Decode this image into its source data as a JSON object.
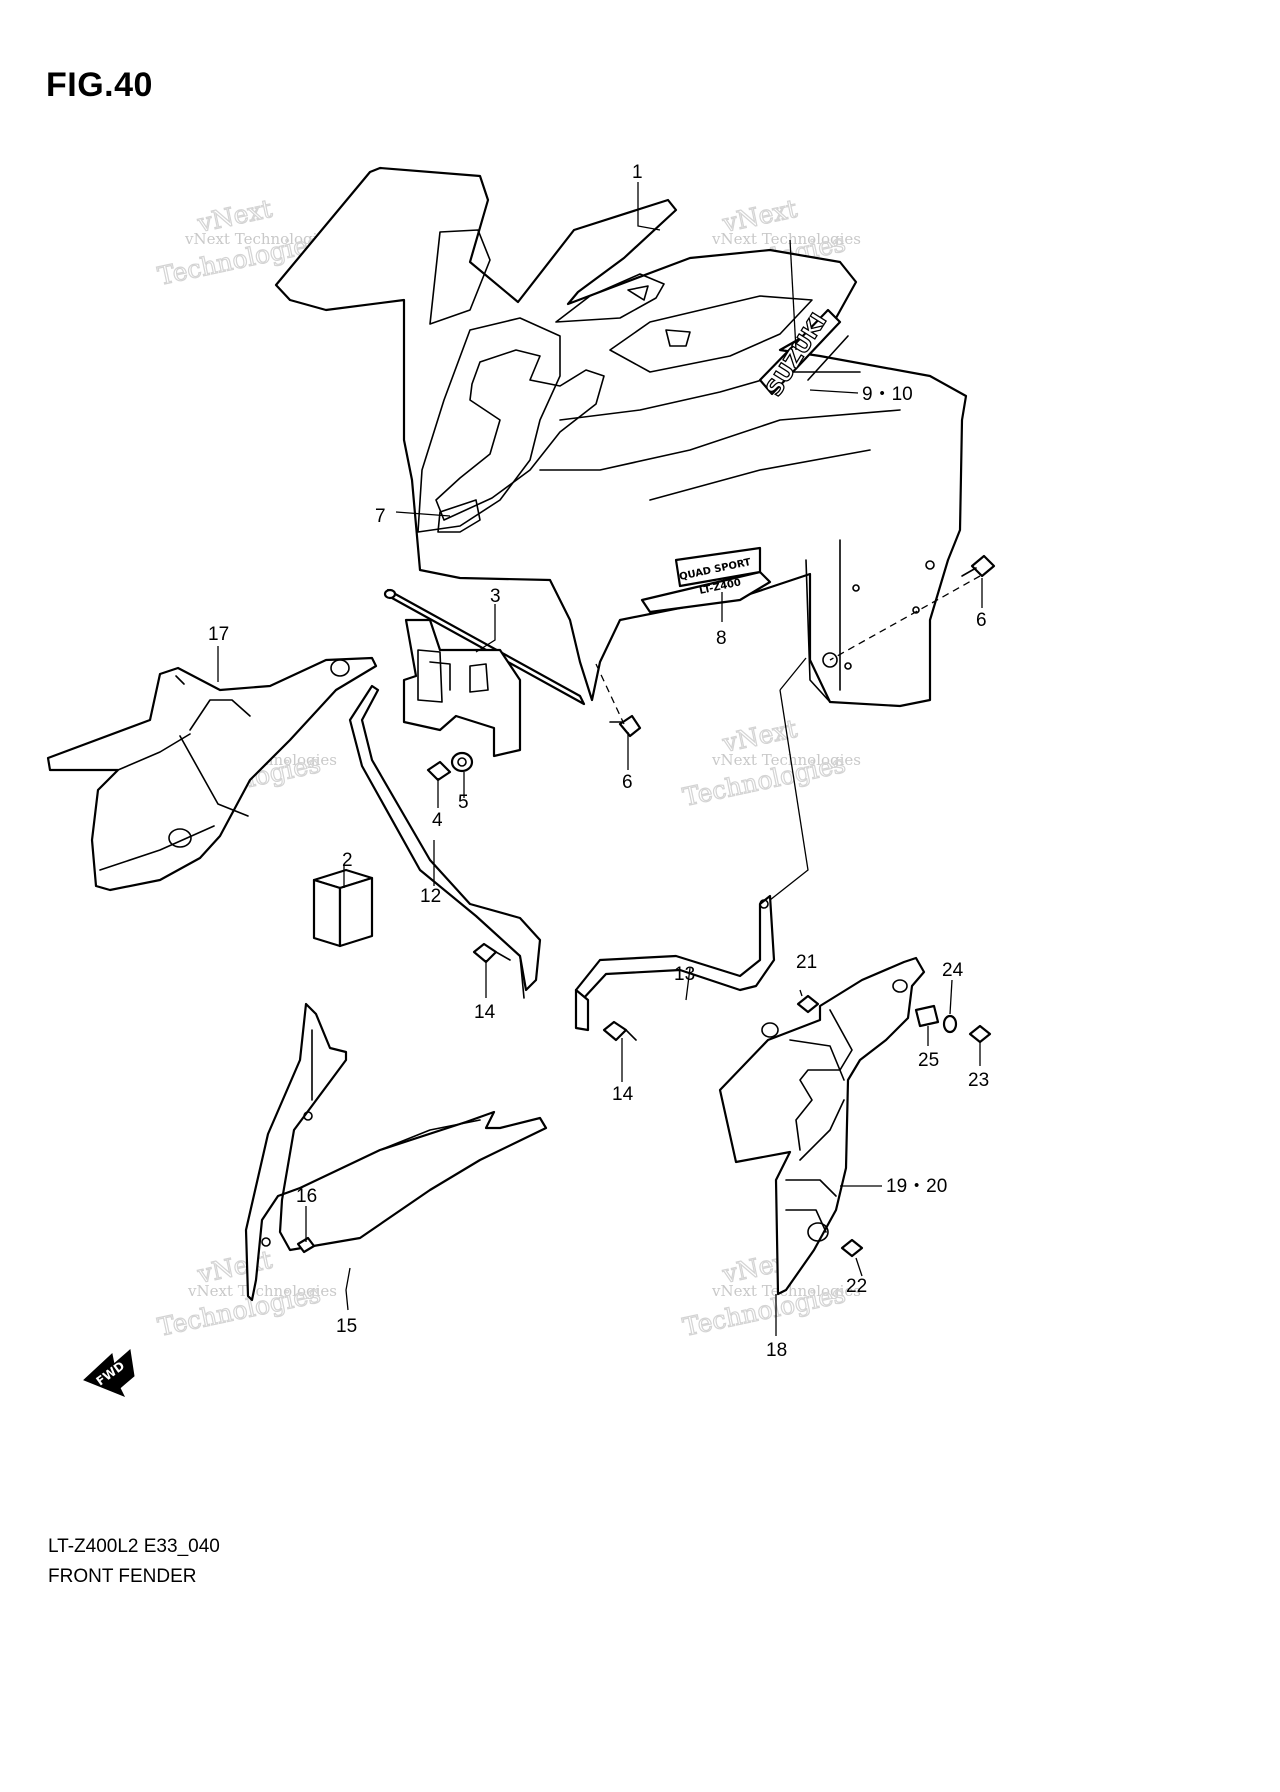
{
  "figure": {
    "title": "FIG.40",
    "model_code": "LT-Z400L2 E33_040",
    "section_name": "FRONT FENDER"
  },
  "watermark": {
    "line1": "vNext",
    "line2": "vNext Technologies",
    "line3": "Technologies"
  },
  "decals": {
    "emblem_text": "SUZUKI",
    "badge_line1": "QUAD SPORT",
    "badge_line2": "LT-Z400",
    "fwd_text": "FWD"
  },
  "callouts": [
    {
      "id": "c1",
      "label": "1"
    },
    {
      "id": "c2",
      "label": "2"
    },
    {
      "id": "c3",
      "label": "3"
    },
    {
      "id": "c4",
      "label": "4"
    },
    {
      "id": "c5",
      "label": "5"
    },
    {
      "id": "c6a",
      "label": "6"
    },
    {
      "id": "c6b",
      "label": "6"
    },
    {
      "id": "c7",
      "label": "7"
    },
    {
      "id": "c8",
      "label": "8"
    },
    {
      "id": "c910",
      "label": "9・10"
    },
    {
      "id": "c12",
      "label": "12"
    },
    {
      "id": "c13",
      "label": "13"
    },
    {
      "id": "c14a",
      "label": "14"
    },
    {
      "id": "c14b",
      "label": "14"
    },
    {
      "id": "c15",
      "label": "15"
    },
    {
      "id": "c16",
      "label": "16"
    },
    {
      "id": "c17",
      "label": "17"
    },
    {
      "id": "c18",
      "label": "18"
    },
    {
      "id": "c1920",
      "label": "19・20"
    },
    {
      "id": "c21",
      "label": "21"
    },
    {
      "id": "c22",
      "label": "22"
    },
    {
      "id": "c23",
      "label": "23"
    },
    {
      "id": "c24",
      "label": "24"
    },
    {
      "id": "c25",
      "label": "25"
    }
  ]
}
